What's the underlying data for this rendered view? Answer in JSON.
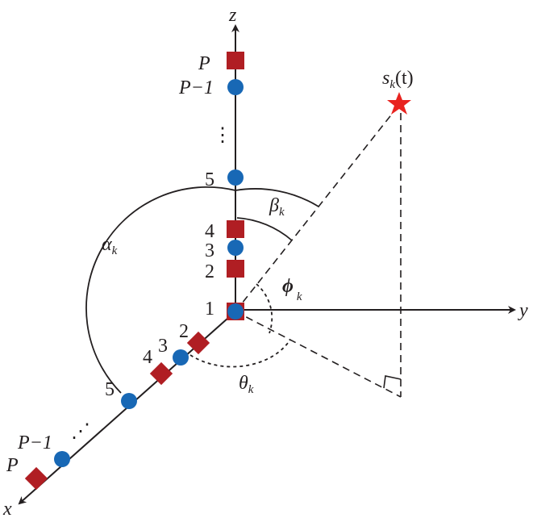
{
  "axes": {
    "x": "x",
    "y": "y",
    "z": "z"
  },
  "z_labels": {
    "p": "P",
    "pm1": "P−1",
    "five": "5",
    "four": "4",
    "three": "3",
    "two": "2",
    "one": "1",
    "dots": "⋮"
  },
  "x_labels": {
    "two": "2",
    "three": "3",
    "four": "4",
    "five": "5",
    "pm1": "P−1",
    "p": "P",
    "dots": "⋰"
  },
  "angles": {
    "alpha": "α",
    "alpha_sub": "k",
    "beta": "β",
    "beta_sub": "k",
    "phi": "ϕ",
    "phi_sub": "k",
    "theta": "θ",
    "theta_sub": "k"
  },
  "source": {
    "name": "s",
    "sub": "k",
    "arg": "(t)"
  },
  "colors": {
    "square": "#b01e23",
    "circle": "#1868b5",
    "star": "#e8231f",
    "line": "#231f20"
  }
}
